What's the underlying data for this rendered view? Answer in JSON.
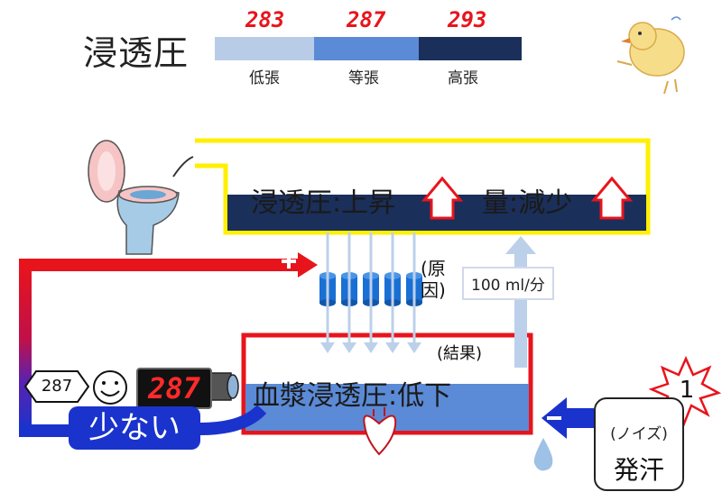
{
  "header": {
    "title": "浸透圧",
    "scale": [
      {
        "value": "283",
        "label": "低張",
        "color": "#b8cce8"
      },
      {
        "value": "287",
        "label": "等張",
        "color": "#5b8ad6"
      },
      {
        "value": "293",
        "label": "高張",
        "color": "#1a2f5a"
      }
    ]
  },
  "top_tank": {
    "text_osmotic": "浸透圧:上昇",
    "text_volume": "量:減少"
  },
  "flow_label": "100 ml/分",
  "cause_label": "(原因)",
  "result_label": "(結果)",
  "bottom_tank": {
    "text": "血漿浸透圧:低下"
  },
  "plus_sign": "+",
  "minus_sign": "−",
  "sensor": {
    "hex_value": "287",
    "lcd_value": "287"
  },
  "sukunai_label": "少ない",
  "sweat": {
    "noise_label": "(ノイズ)",
    "label": "発汗",
    "burst_number": "1"
  },
  "colors": {
    "yellow_tank": "#ffef00",
    "red_tank": "#e8141c",
    "navy_liquid": "#1a2f5a",
    "blue_liquid": "#5b8ad6",
    "light_blue": "#bcd0ea",
    "blue_arrow": "#1a33cc"
  }
}
